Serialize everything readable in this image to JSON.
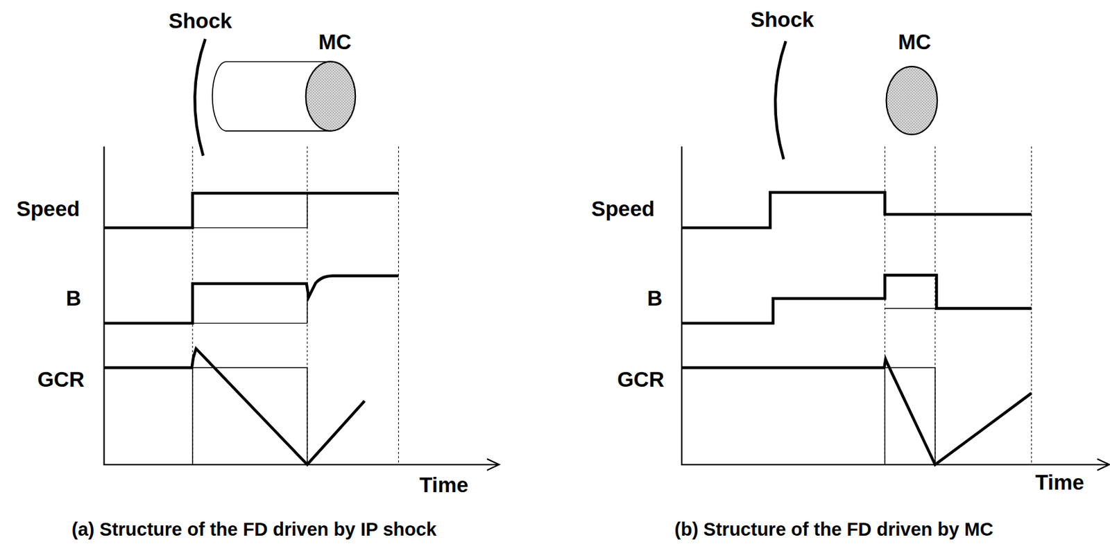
{
  "diagram": {
    "labels": [
      "Shock",
      "MC",
      "Speed",
      "B",
      "GCR",
      "Time",
      "(a) Structure of the FD driven by IP shock",
      "Shock",
      "MC",
      "Speed",
      "B",
      "GCR",
      "Time",
      "(b) Structure of the FD driven by MC"
    ]
  }
}
